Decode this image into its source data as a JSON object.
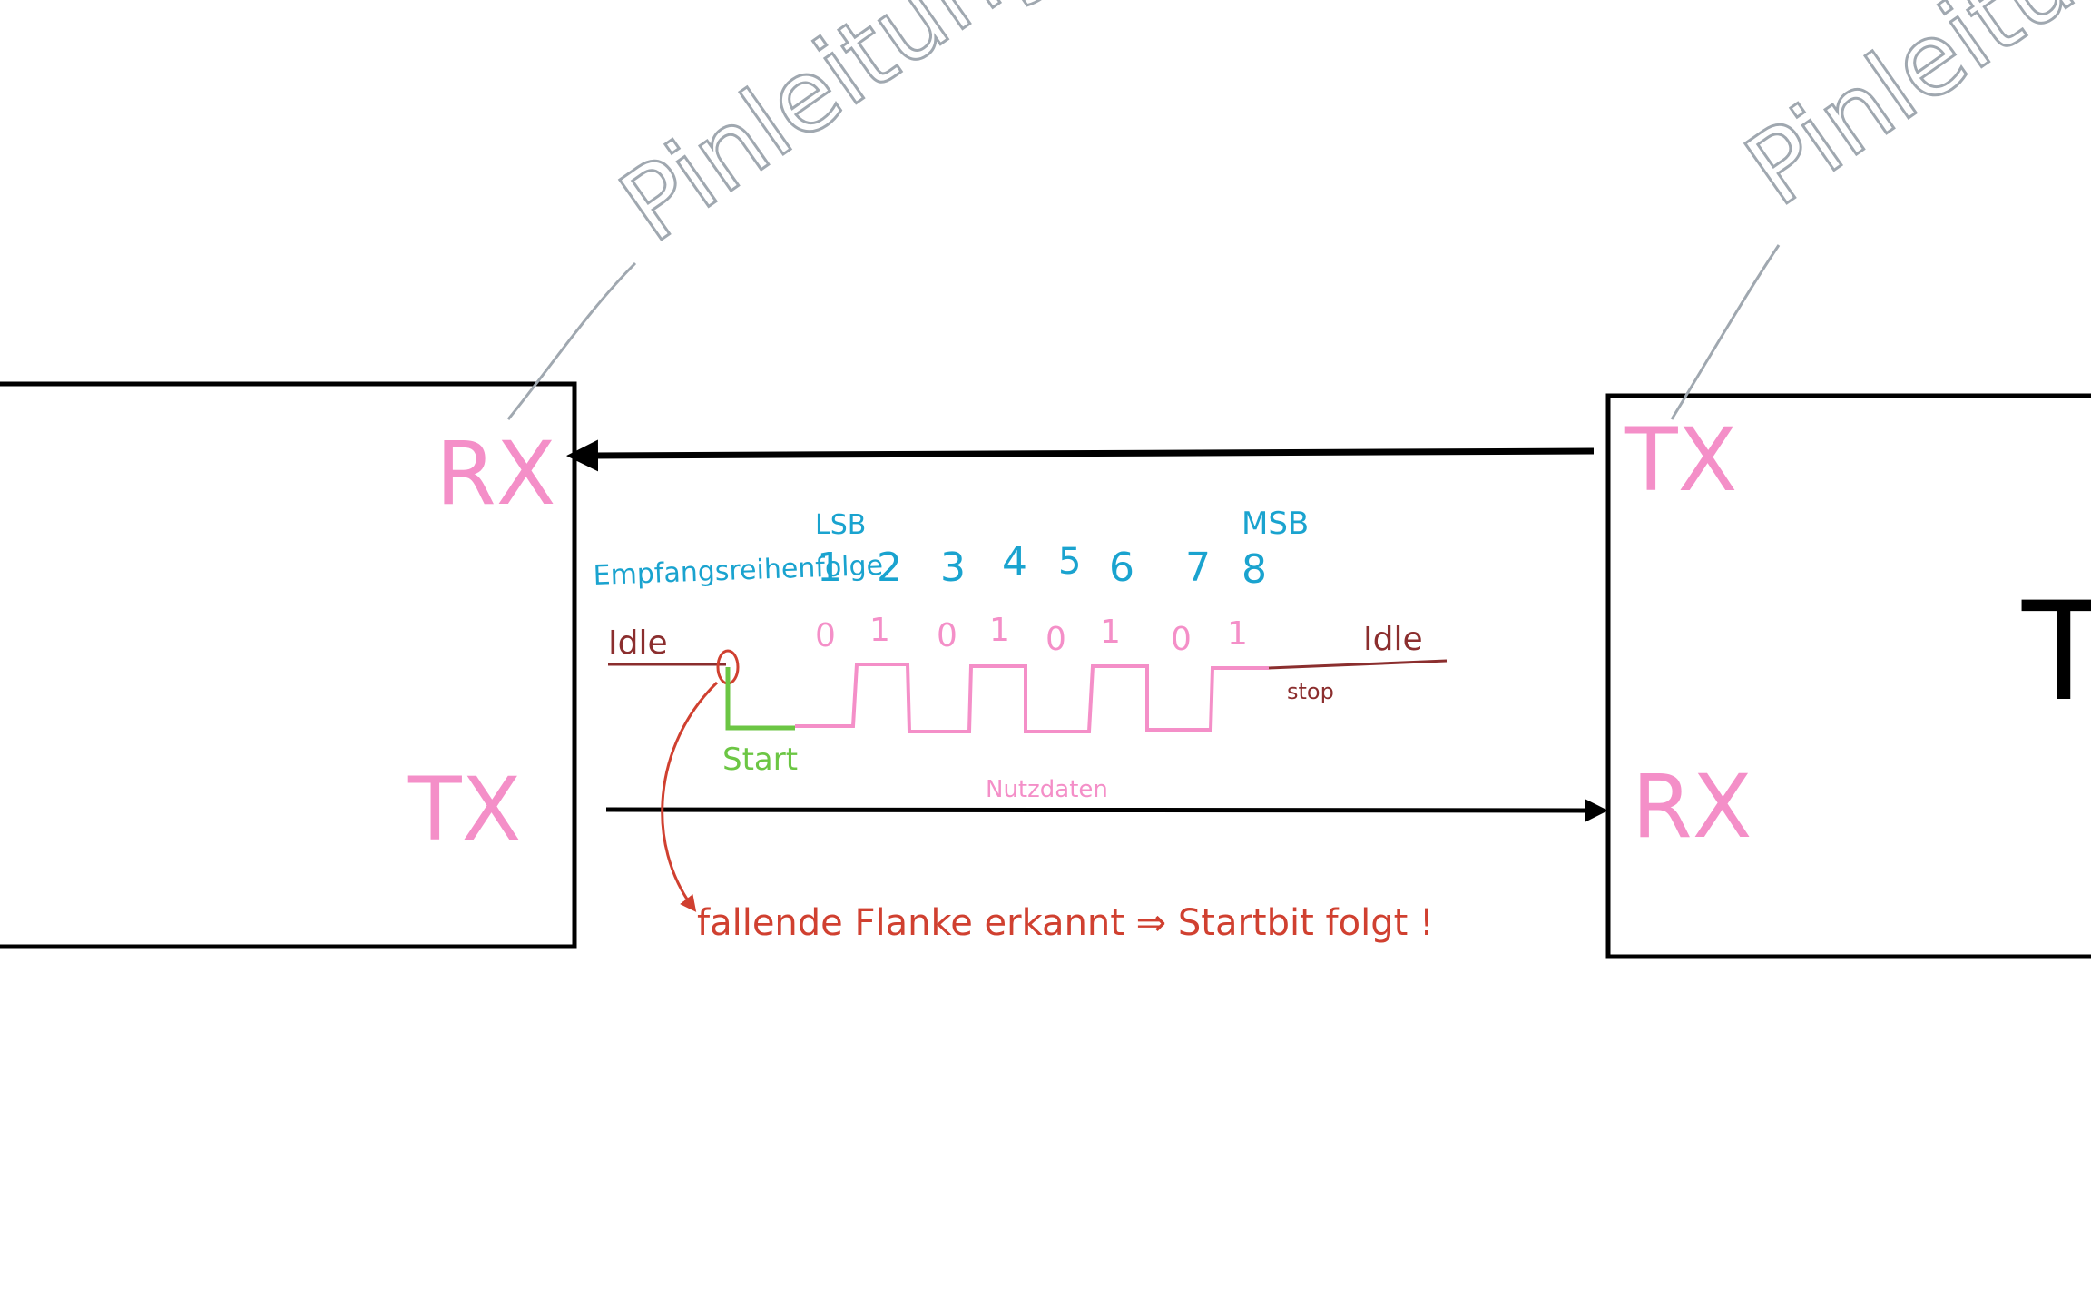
{
  "labels": {
    "pin_label_left": "Pinleitung",
    "pin_label_right": "Pinleitung",
    "left_rx": "RX",
    "left_tx": "TX",
    "right_tx": "TX",
    "right_rx": "RX",
    "right_partial": "T",
    "lsb": "LSB",
    "msb": "MSB",
    "receive_order": "Empfangsreihenfolge",
    "idle_left": "Idle",
    "idle_right": "Idle",
    "start": "Start",
    "stop": "stop",
    "payload": "Nutzdaten",
    "falling_edge_note": "fallende Flanke erkannt ⇒ Startbit folgt !"
  },
  "bit_positions": [
    "1",
    "2",
    "3",
    "4",
    "5",
    "6",
    "7",
    "8"
  ],
  "bit_values": [
    "0",
    "1",
    "0",
    "1",
    "0",
    "1",
    "0",
    "1"
  ],
  "colors": {
    "box": "#000000",
    "pin_label": "#f48fc8",
    "pin_leader": "#a0a8b0",
    "bit_index": "#1aa3cf",
    "waveform_payload": "#f48fc8",
    "waveform_start": "#6cc644",
    "idle": "#8b2e2e",
    "annotation": "#d04030"
  }
}
